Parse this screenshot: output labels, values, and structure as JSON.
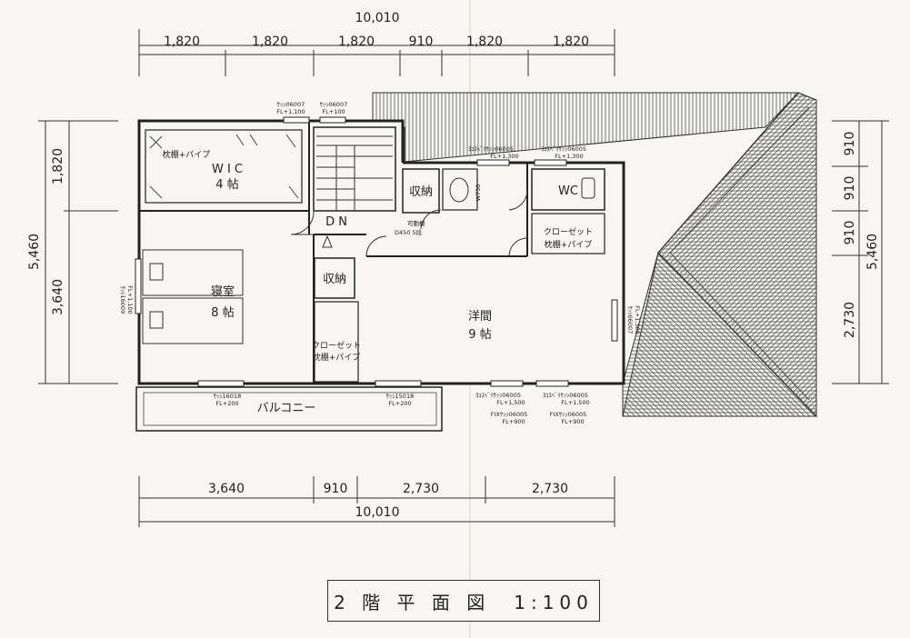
{
  "title": "2 階 平 面 図　1:100",
  "dimensions": {
    "top_total": "10,010",
    "top_segments": [
      "1,820",
      "1,820",
      "1,820",
      "910",
      "1,820",
      "1,820"
    ],
    "bottom_segments": [
      "3,640",
      "910",
      "2,730",
      "2,730"
    ],
    "bottom_total": "10,010",
    "left_total": "5,460",
    "left_segments": [
      "1,820",
      "3,640"
    ],
    "right_segments": [
      "910",
      "910",
      "910",
      "2,730"
    ],
    "right_total": "5,460"
  },
  "rooms": {
    "wic_name": "W I C",
    "wic_size": "4 帖",
    "wic_shelf": "枕棚+パイプ",
    "bedroom_name": "寝室",
    "bedroom_size": "8 帖",
    "youma_name": "洋間",
    "youma_size": "9 帖",
    "storage1": "収納",
    "storage2": "収納",
    "wc": "WC",
    "closet1": "クローゼット",
    "closet1_shelf": "枕棚+パイプ",
    "closet2": "クローゼット",
    "closet2_shelf": "枕棚+パイプ",
    "balcony": "バルコニー",
    "dn": "D N",
    "shelf_note1": "可動棚",
    "shelf_note2": "D450 5段",
    "w750": "W750"
  },
  "windows": {
    "w1": "ｻｯｼ06007",
    "w1_fl": "FL+1,100",
    "w2": "ｻｯｼ06007",
    "w2_fl": "FL+100",
    "w3": "ﾖｺｽﾍﾞﾘｻｯｼ06005",
    "w3_fl": "FL+1,300",
    "w4": "ﾖｺｽﾍﾞﾘｻｯｼ06005",
    "w4_fl": "FL+1,300",
    "w5": "ｻｯｼ16009",
    "w5_fl": "FL+1,100",
    "w6": "ｻｯｼ06007",
    "w6_fl": "FL+1,300",
    "w7": "ｻｯｼ16018",
    "w7_fl": "FL+200",
    "w8": "ｻｯｼ15018",
    "w8_fl": "FL+200",
    "w9": "ﾖｺｽﾍﾞﾘｻｯｼ06005",
    "w9_fl": "FL+1,500",
    "w10": "ﾖｺｽﾍﾞﾘｻｯｼ06005",
    "w10_fl": "FL+1,500",
    "w11": "FIXｻｯｼ06005",
    "w11_fl": "FL+900",
    "w12": "FIXｻｯｼ06005",
    "w12_fl": "FL+900"
  }
}
